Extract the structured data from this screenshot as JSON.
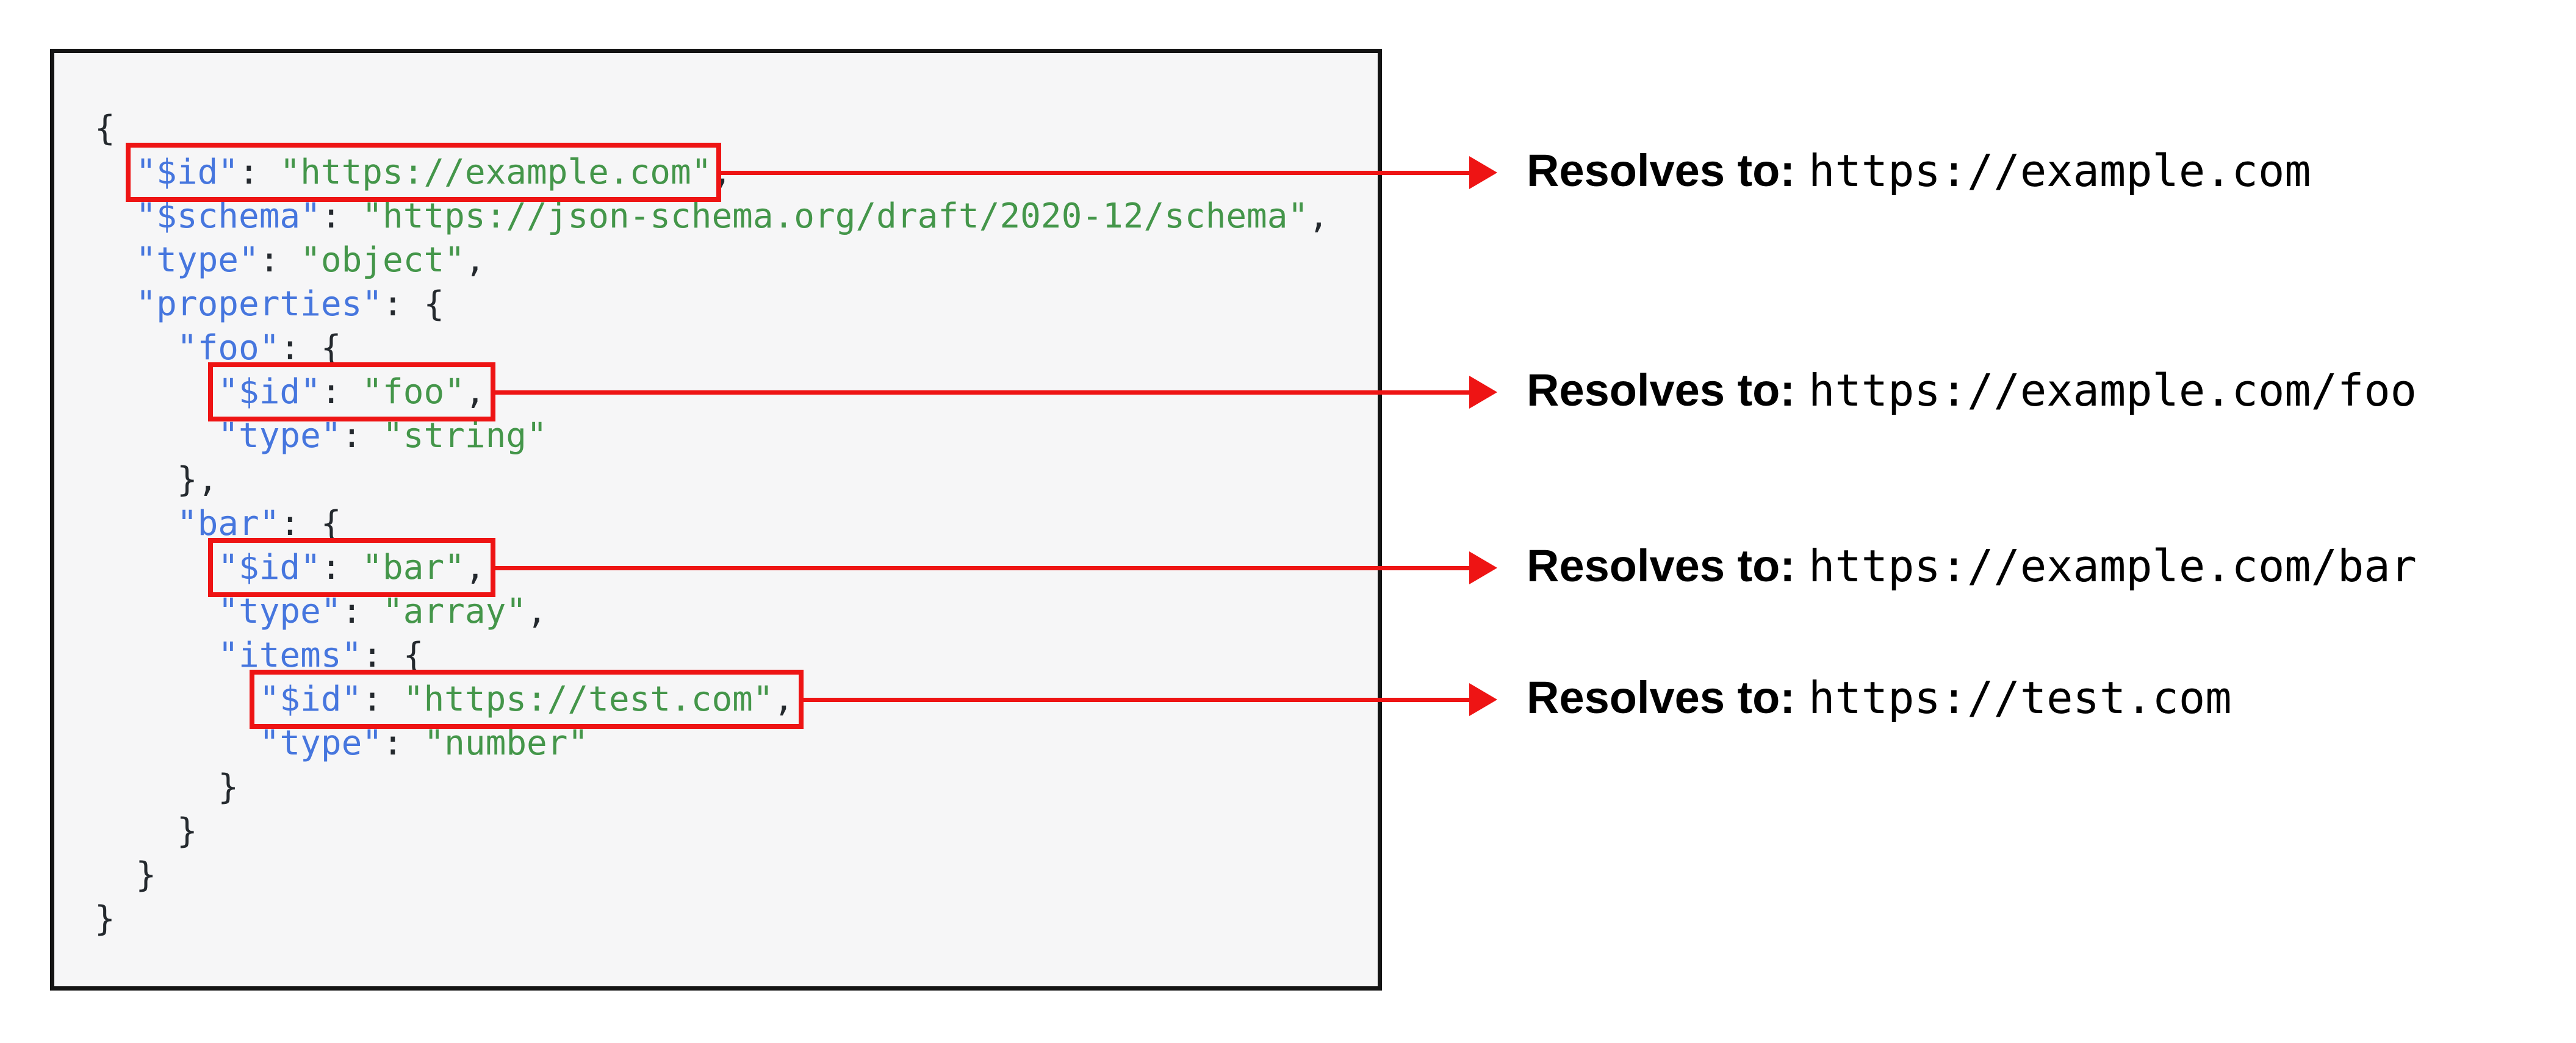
{
  "colors": {
    "red": "#ee1414",
    "key_blue": "#4676de",
    "string_green": "#44964a",
    "punctuation": "#24292e",
    "panel_background": "#f6f6f7",
    "panel_border": "#141414",
    "annotation_text": "#000000"
  },
  "code": {
    "language": "json",
    "lines": [
      {
        "indent": 0,
        "tokens": [
          {
            "t": "pun",
            "v": "{"
          }
        ]
      },
      {
        "indent": 1,
        "box": [
          0,
          2
        ],
        "tokens": [
          {
            "t": "key",
            "v": "\"$id\""
          },
          {
            "t": "pun",
            "v": ": "
          },
          {
            "t": "str",
            "v": "\"https://example.com\""
          },
          {
            "t": "pun",
            "v": ","
          }
        ]
      },
      {
        "indent": 1,
        "tokens": [
          {
            "t": "key",
            "v": "\"$schema\""
          },
          {
            "t": "pun",
            "v": ": "
          },
          {
            "t": "str",
            "v": "\"https://json-schema.org/draft/2020-12/schema\""
          },
          {
            "t": "pun",
            "v": ","
          }
        ]
      },
      {
        "indent": 1,
        "tokens": [
          {
            "t": "key",
            "v": "\"type\""
          },
          {
            "t": "pun",
            "v": ": "
          },
          {
            "t": "str",
            "v": "\"object\""
          },
          {
            "t": "pun",
            "v": ","
          }
        ]
      },
      {
        "indent": 1,
        "tokens": [
          {
            "t": "key",
            "v": "\"properties\""
          },
          {
            "t": "pun",
            "v": ": {"
          }
        ]
      },
      {
        "indent": 2,
        "tokens": [
          {
            "t": "key",
            "v": "\"foo\""
          },
          {
            "t": "pun",
            "v": ": {"
          }
        ]
      },
      {
        "indent": 3,
        "box": [
          0,
          3
        ],
        "tokens": [
          {
            "t": "key",
            "v": "\"$id\""
          },
          {
            "t": "pun",
            "v": ": "
          },
          {
            "t": "str",
            "v": "\"foo\""
          },
          {
            "t": "pun",
            "v": ","
          }
        ]
      },
      {
        "indent": 3,
        "tokens": [
          {
            "t": "key",
            "v": "\"type\""
          },
          {
            "t": "pun",
            "v": ": "
          },
          {
            "t": "str",
            "v": "\"string\""
          }
        ]
      },
      {
        "indent": 2,
        "tokens": [
          {
            "t": "pun",
            "v": "},"
          }
        ]
      },
      {
        "indent": 2,
        "tokens": [
          {
            "t": "key",
            "v": "\"bar\""
          },
          {
            "t": "pun",
            "v": ": {"
          }
        ]
      },
      {
        "indent": 3,
        "box": [
          0,
          3
        ],
        "tokens": [
          {
            "t": "key",
            "v": "\"$id\""
          },
          {
            "t": "pun",
            "v": ": "
          },
          {
            "t": "str",
            "v": "\"bar\""
          },
          {
            "t": "pun",
            "v": ","
          }
        ]
      },
      {
        "indent": 3,
        "tokens": [
          {
            "t": "key",
            "v": "\"type\""
          },
          {
            "t": "pun",
            "v": ": "
          },
          {
            "t": "str",
            "v": "\"array\""
          },
          {
            "t": "pun",
            "v": ","
          }
        ]
      },
      {
        "indent": 3,
        "tokens": [
          {
            "t": "key",
            "v": "\"items\""
          },
          {
            "t": "pun",
            "v": ": {"
          }
        ]
      },
      {
        "indent": 4,
        "box": [
          0,
          3
        ],
        "tokens": [
          {
            "t": "key",
            "v": "\"$id\""
          },
          {
            "t": "pun",
            "v": ": "
          },
          {
            "t": "str",
            "v": "\"https://test.com\""
          },
          {
            "t": "pun",
            "v": ","
          }
        ]
      },
      {
        "indent": 4,
        "tokens": [
          {
            "t": "key",
            "v": "\"type\""
          },
          {
            "t": "pun",
            "v": ": "
          },
          {
            "t": "str",
            "v": "\"number\""
          }
        ]
      },
      {
        "indent": 3,
        "tokens": [
          {
            "t": "pun",
            "v": "}"
          }
        ]
      },
      {
        "indent": 2,
        "tokens": [
          {
            "t": "pun",
            "v": "}"
          }
        ]
      },
      {
        "indent": 1,
        "tokens": [
          {
            "t": "pun",
            "v": "}"
          }
        ]
      },
      {
        "indent": 0,
        "tokens": [
          {
            "t": "pun",
            "v": "}"
          }
        ]
      }
    ]
  },
  "annotations": [
    {
      "label": "Resolves to:",
      "url": "https://example.com",
      "target_line": 2
    },
    {
      "label": "Resolves to:",
      "url": "https://example.com/foo",
      "target_line": 7
    },
    {
      "label": "Resolves to:",
      "url": "https://example.com/bar",
      "target_line": 11
    },
    {
      "label": "Resolves to:",
      "url": "https://test.com",
      "target_line": 14
    }
  ]
}
